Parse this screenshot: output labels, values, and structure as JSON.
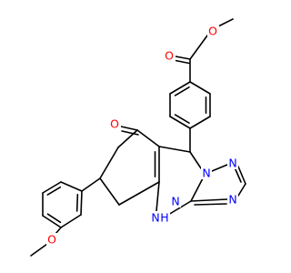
{
  "colors": {
    "background": "#ffffff",
    "carbon_bond": "#000000",
    "oxygen": "#ff0000",
    "nitrogen": "#0000ff"
  },
  "atom_labels": {
    "ester_carbonyl_oxygen": "O",
    "ester_ether_oxygen": "O",
    "ketone_oxygen": "O",
    "methoxy_oxygen": "O",
    "triazole_n1": "N",
    "triazole_n2": "N",
    "triazole_n4": "N",
    "amine_n": "N",
    "amine_h": "H"
  }
}
